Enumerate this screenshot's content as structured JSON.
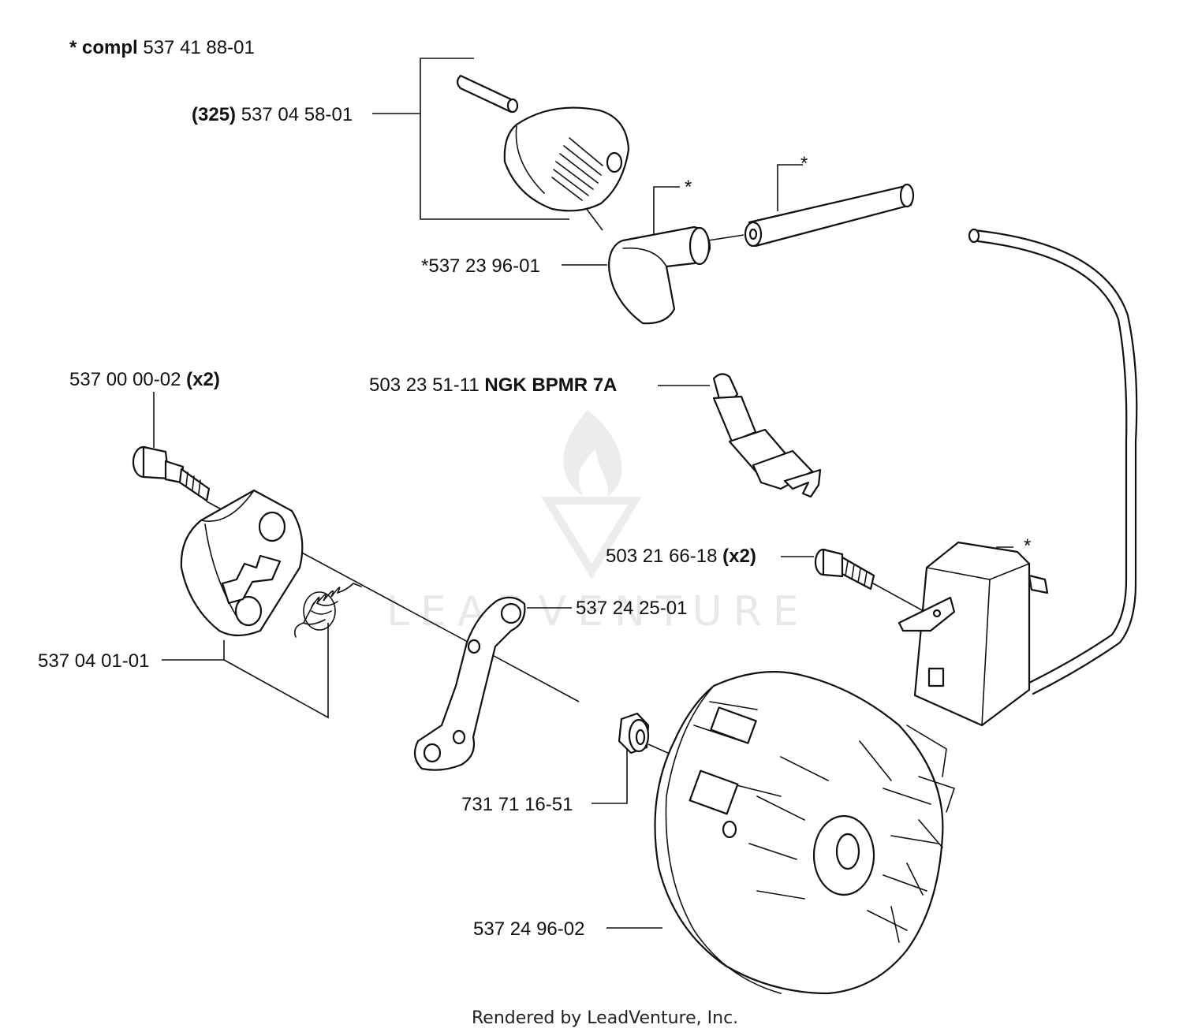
{
  "labels": {
    "compl_prefix": "* compl",
    "compl_number": "537 41 88-01",
    "cap_qualifier": "(325)",
    "cap_number": "537 04 58-01",
    "boot_number": "*537 23 96-01",
    "star_lead": "*",
    "star_wire": "*",
    "star_coil": "*",
    "screw_number": "537 00 00-02",
    "screw_qty": "(x2)",
    "plug_number": "503 23 51-11",
    "plug_type": "NGK BPMR 7A",
    "coil_screw_number": "503 21 66-18",
    "coil_screw_qty": "(x2)",
    "lever_number": "537 24 25-01",
    "shoe_number": "537 04 01-01",
    "nut_number": "731 71 16-51",
    "flywheel_number": "537 24 96-02"
  },
  "watermark": {
    "text": "LEADVENTURE"
  },
  "footer": {
    "text": "Rendered by LeadVenture, Inc."
  }
}
